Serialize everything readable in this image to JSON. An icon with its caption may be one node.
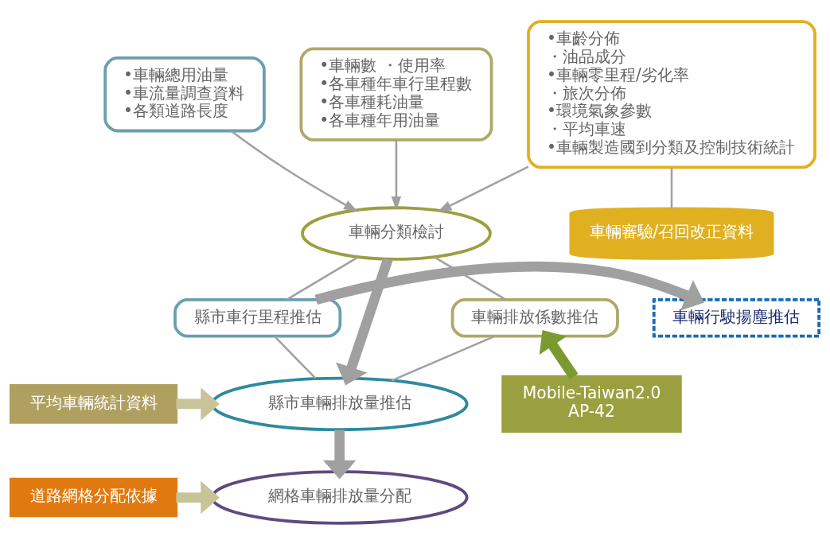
{
  "diagram": {
    "nodes": [
      {
        "text": [
          "•車輛總用油量",
          "•車流量調查資料",
          "•各類道路長度"
        ]
      },
      {
        "text": [
          "•車輛數 ・使用率",
          "•各車種年車行里程數",
          "•各車種耗油量",
          "•各車種年用油量"
        ]
      },
      {
        "text": [
          "•車齡分佈",
          "・油品成分",
          "•車輛零里程/劣化率",
          "・旅次分佈",
          "•環境氣象參數",
          "・平均車速",
          "•車輛製造國到分類及控制技術統計"
        ]
      },
      {
        "text": [
          "車輛審驗/召回改正資料"
        ]
      },
      {
        "text": [
          "車輛分類檢討"
        ]
      },
      {
        "text": [
          "縣市車行里程推估"
        ]
      },
      {
        "text": [
          "車輛排放係數推估"
        ]
      },
      {
        "text": [
          "車輛行駛揚塵推估"
        ]
      },
      {
        "text": [
          "Mobile-Taiwan2.0",
          "AP-42"
        ]
      },
      {
        "text": [
          "平均車輛統計資料"
        ]
      },
      {
        "text": [
          "縣市車輛排放量推估"
        ]
      },
      {
        "text": [
          "道路網格分配依據"
        ]
      },
      {
        "text": [
          "網格車輛排放量分配"
        ]
      }
    ],
    "edges": [
      {
        "from": 0,
        "to": 4,
        "arrow": "to"
      },
      {
        "from": 1,
        "to": 4,
        "arrow": "to"
      },
      {
        "from": 2,
        "to": 4,
        "arrow": "to"
      },
      {
        "from": 2,
        "to": 3,
        "arrow": "none"
      },
      {
        "from": 4,
        "to": 10,
        "arrow": "to",
        "style": "thick"
      },
      {
        "from": 4,
        "to": 5,
        "arrow": "none"
      },
      {
        "from": 4,
        "to": 6,
        "arrow": "none"
      },
      {
        "from": 5,
        "to": 10,
        "arrow": "none"
      },
      {
        "from": 6,
        "to": 10,
        "arrow": "none"
      },
      {
        "from": 5,
        "to": 7,
        "arrow": "to",
        "style": "thick"
      },
      {
        "from": 8,
        "to": 6,
        "arrow": "to",
        "style": "thick",
        "color": "#7a9a30"
      },
      {
        "from": 9,
        "to": 10,
        "arrow": "to",
        "style": "thick",
        "color": "#c8c49a"
      },
      {
        "from": 10,
        "to": 12,
        "arrow": "to",
        "style": "thick"
      },
      {
        "from": 11,
        "to": 12,
        "arrow": "to",
        "style": "thick",
        "color": "#c8c49a"
      }
    ]
  }
}
